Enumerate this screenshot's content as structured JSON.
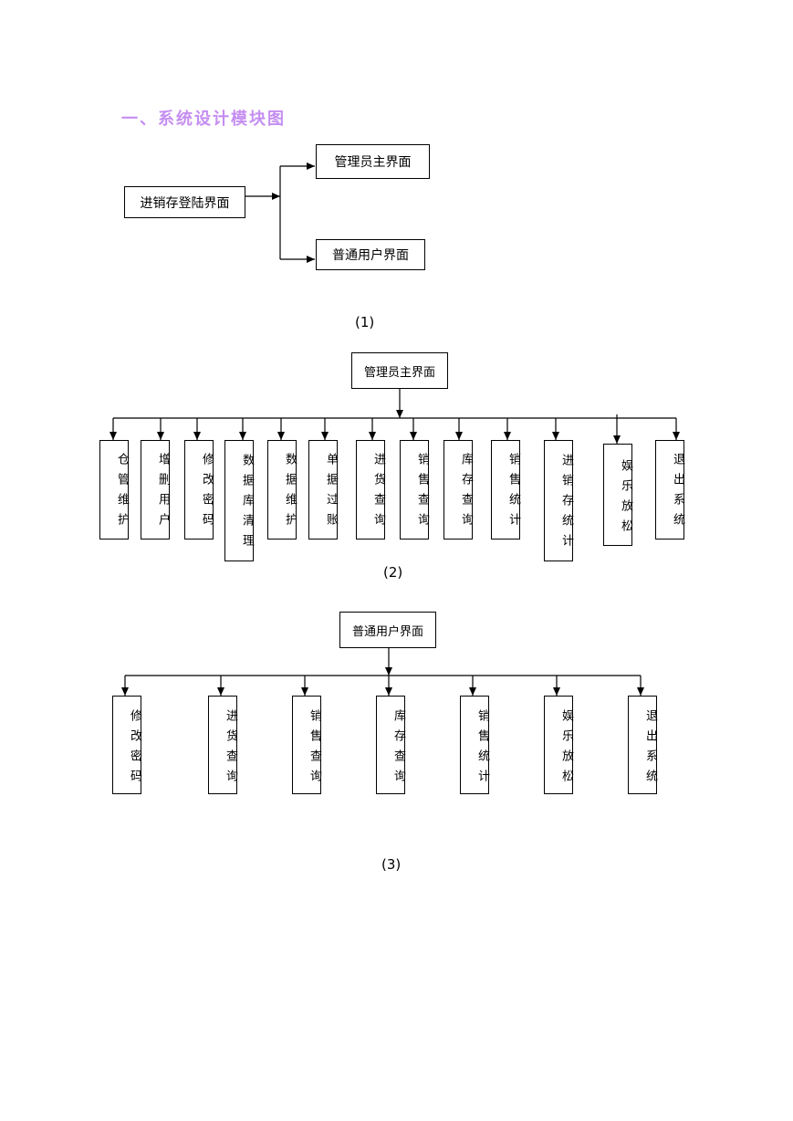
{
  "heading": "一、系统设计模块图",
  "diagram1": {
    "root": "进销存登陆界面",
    "children": [
      "管理员主界面",
      "普通用户界面"
    ],
    "caption": "(1)"
  },
  "diagram2": {
    "root": "管理员主界面",
    "children": [
      "仓管维护",
      "增删用户",
      "修改密码",
      "数据库清理",
      "数据维护",
      "单据过账",
      "进货查询",
      "销售查询",
      "库存查询",
      "销售统计",
      "进销存统计",
      "娱乐放松",
      "退出系统"
    ],
    "caption": "(2)"
  },
  "diagram3": {
    "root": "普通用户界面",
    "children": [
      "修改密码",
      "进货查询",
      "销售查询",
      "库存查询",
      "销售统计",
      "娱乐放松",
      "退出系统"
    ],
    "caption": "(3)"
  }
}
